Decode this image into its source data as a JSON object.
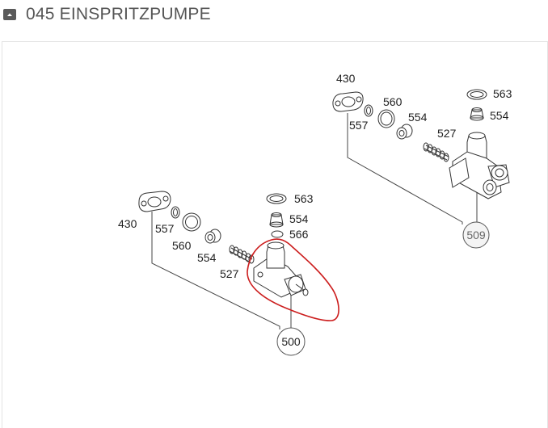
{
  "header": {
    "title": "045 EINSPRITZPUMPE",
    "collapse_icon": "collapse-icon"
  },
  "diagram": {
    "top_group": {
      "labels": {
        "p430": "430",
        "p557": "557",
        "p560": "560",
        "p554a": "554",
        "p527": "527",
        "p563": "563",
        "p554b": "554"
      },
      "callout": "509"
    },
    "bottom_group": {
      "labels": {
        "p430": "430",
        "p557": "557",
        "p560": "560",
        "p554a": "554",
        "p527": "527",
        "p563": "563",
        "p554b": "554",
        "p566": "566"
      },
      "callout": "500"
    },
    "annotation_color": "#cc1e1e"
  }
}
